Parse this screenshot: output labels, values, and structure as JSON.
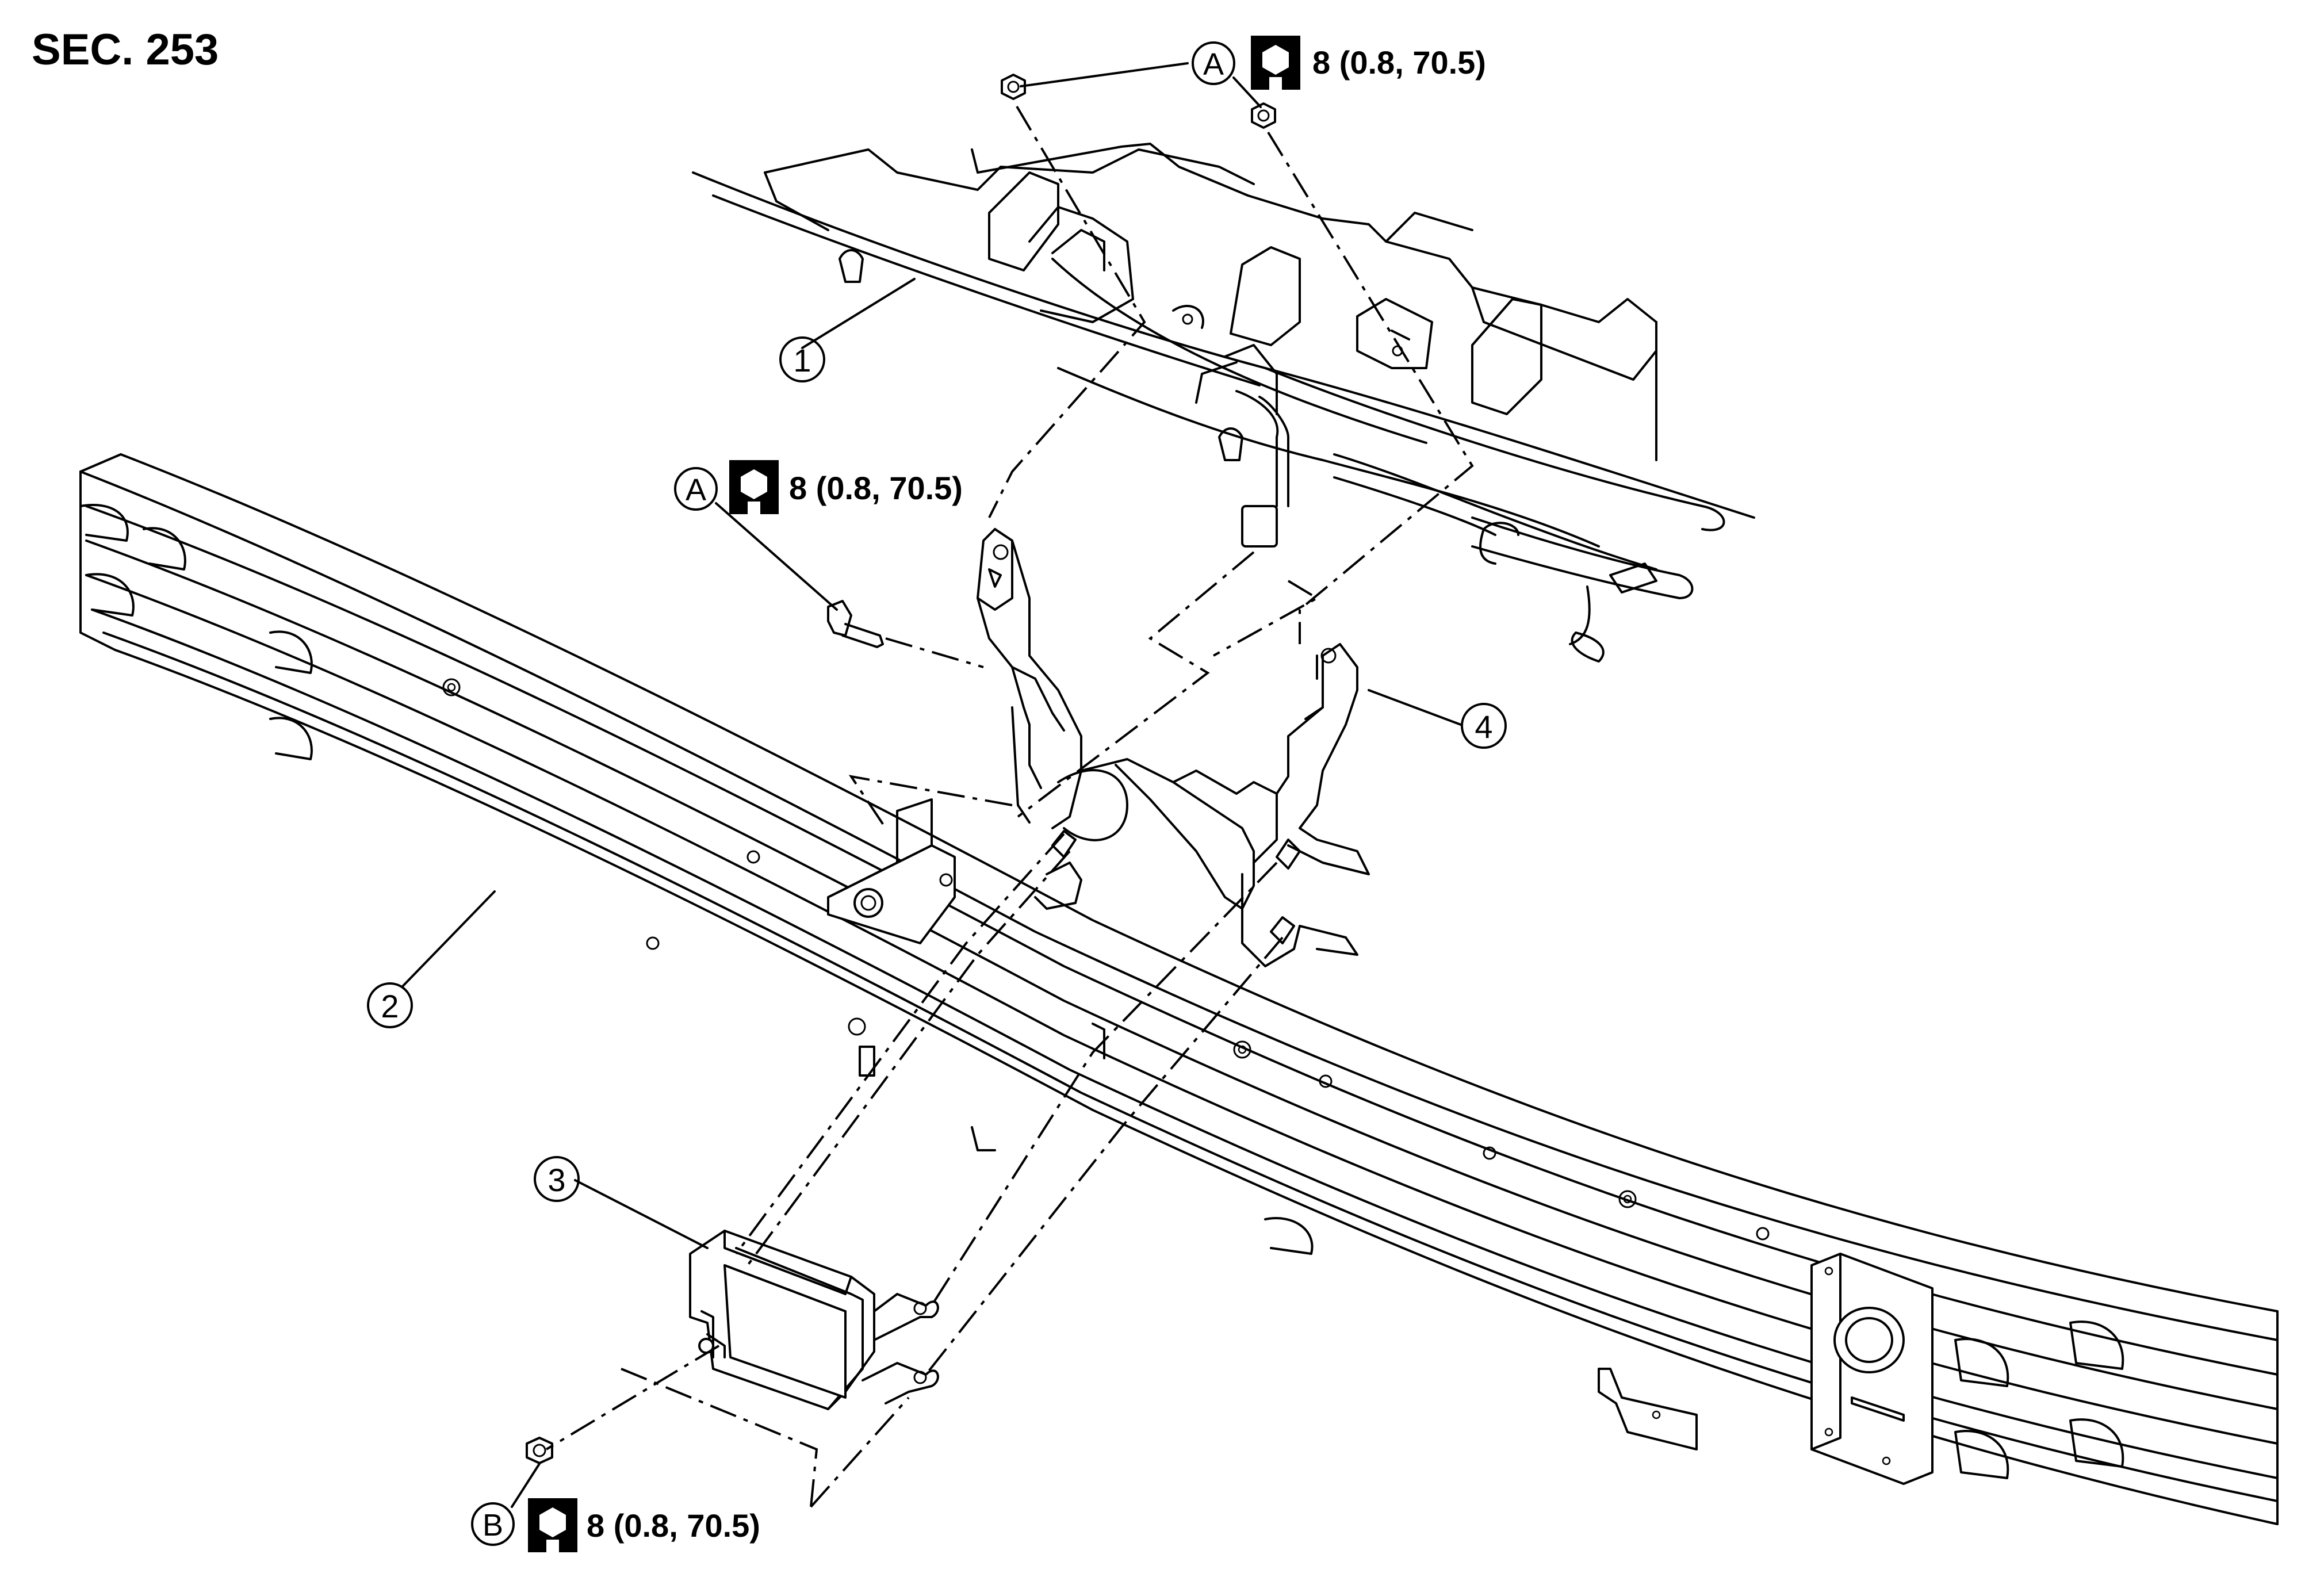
{
  "section_label": "SEC. 253",
  "callouts": {
    "p1": "1",
    "p2": "2",
    "p3": "3",
    "p4": "4",
    "a_top": "A",
    "a_left": "A",
    "b": "B"
  },
  "torques": {
    "a_top": "8 (0.8, 70.5)",
    "a_left": "8 (0.8, 70.5)",
    "b": "8 (0.8, 70.5)"
  },
  "icons": {
    "torque": "socket-wrench-icon"
  }
}
